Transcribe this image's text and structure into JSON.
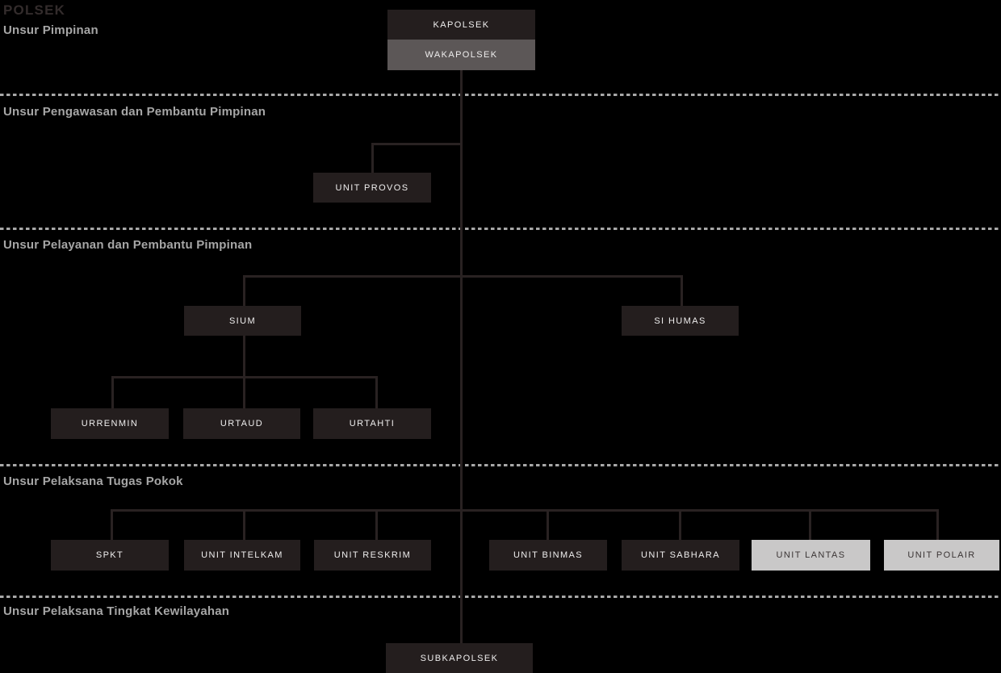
{
  "title": "POLSEK",
  "palette": {
    "background": "#000000",
    "node_dark": "#241e1e",
    "node_mid_gray": "#5c5757",
    "node_light_gray": "#c9c8c8",
    "node_text_light": "#efeeee",
    "node_text_dark": "#3b3535",
    "connector": "#292222",
    "divider_dash": "#a8a8a8",
    "section_label": "#a6a6a6",
    "title_color": "#332c2c"
  },
  "sections": [
    {
      "label": "Unsur Pimpinan"
    },
    {
      "label": "Unsur Pengawasan dan Pembantu Pimpinan"
    },
    {
      "label": "Unsur Pelayanan dan Pembantu Pimpinan"
    },
    {
      "label": "Unsur Pelaksana Tugas Pokok"
    },
    {
      "label": "Unsur Pelaksana Tingkat Kewilayahan"
    }
  ],
  "nodes": {
    "kapolsek": {
      "label": "KAPOLSEK"
    },
    "wakapolsek": {
      "label": "WAKAPOLSEK"
    },
    "unit_provos": {
      "label": "UNIT PROVOS"
    },
    "sium": {
      "label": "SIUM"
    },
    "si_humas": {
      "label": "SI HUMAS"
    },
    "urrenmin": {
      "label": "URRENMIN"
    },
    "urtaud": {
      "label": "URTAUD"
    },
    "urtahti": {
      "label": "URTAHTI"
    },
    "spkt": {
      "label": "SPKT"
    },
    "unit_intelkam": {
      "label": "UNIT INTELKAM"
    },
    "unit_reskrim": {
      "label": "UNIT RESKRIM"
    },
    "unit_binmas": {
      "label": "UNIT BINMAS"
    },
    "unit_sabhara": {
      "label": "UNIT SABHARA"
    },
    "unit_lantas": {
      "label": "UNIT LANTAS"
    },
    "unit_polair": {
      "label": "UNIT POLAIR"
    },
    "subkapolsek": {
      "label": "SUBKAPOLSEK"
    }
  },
  "edges": [
    {
      "from": "KAPOLSEK",
      "to": "WAKAPOLSEK"
    },
    {
      "from": "WAKAPOLSEK",
      "to": "UNIT PROVOS"
    },
    {
      "from": "WAKAPOLSEK",
      "to": "SIUM"
    },
    {
      "from": "WAKAPOLSEK",
      "to": "SI HUMAS"
    },
    {
      "from": "SIUM",
      "to": "URRENMIN"
    },
    {
      "from": "SIUM",
      "to": "URTAUD"
    },
    {
      "from": "SIUM",
      "to": "URTAHTI"
    },
    {
      "from": "WAKAPOLSEK",
      "to": "SPKT"
    },
    {
      "from": "WAKAPOLSEK",
      "to": "UNIT INTELKAM"
    },
    {
      "from": "WAKAPOLSEK",
      "to": "UNIT RESKRIM"
    },
    {
      "from": "WAKAPOLSEK",
      "to": "UNIT BINMAS"
    },
    {
      "from": "WAKAPOLSEK",
      "to": "UNIT SABHARA"
    },
    {
      "from": "WAKAPOLSEK",
      "to": "UNIT LANTAS"
    },
    {
      "from": "WAKAPOLSEK",
      "to": "UNIT POLAIR"
    },
    {
      "from": "WAKAPOLSEK",
      "to": "SUBKAPOLSEK"
    }
  ]
}
